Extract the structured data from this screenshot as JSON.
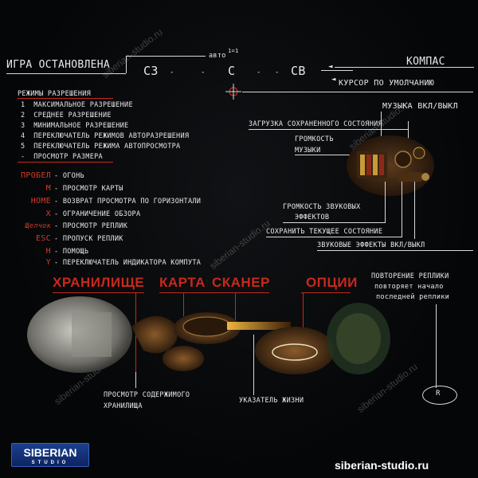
{
  "top": {
    "game_paused": "ИГРА ОСТАНОВЛЕНА",
    "compass_label": "КОМПАС",
    "compass_nw": "СЗ",
    "compass_n": "С",
    "compass_ne": "СВ",
    "auto_label": "авто",
    "auto_mark": "1=1",
    "default_cursor": "КУРСОР ПО УМОЛЧАНИЮ"
  },
  "resolution_modes": {
    "title": "РЕЖИМЫ РАЗРЕШЕНИЯ",
    "items": [
      {
        "key": "1",
        "label": "МАКСИМАЛЬНОЕ РАЗРЕШЕНИЕ"
      },
      {
        "key": "2",
        "label": "СРЕДНЕЕ РАЗРЕШЕНИЕ"
      },
      {
        "key": "3",
        "label": "МИНИМАЛЬНОЕ РАЗРЕШЕНИЕ"
      },
      {
        "key": "4",
        "label": "ПЕРЕКЛЮЧАТЕЛЬ РЕЖИМОВ АВТОРАЗРЕШЕНИЯ"
      },
      {
        "key": "5",
        "label": "ПЕРЕКЛЮЧАТЕЛЬ РЕЖИМА АВТОПРОСМОТРА"
      },
      {
        "key": "-",
        "label": "ПРОСМОТР РАЗМЕРА"
      }
    ]
  },
  "keys": [
    {
      "key": "ПРОБЕЛ",
      "label": "ОГОНЬ"
    },
    {
      "key": "M",
      "label": "ПРОСМОТР КАРТЫ"
    },
    {
      "key": "HOME",
      "label": "ВОЗВРАТ ПРОСМОТРА ПО ГОРИЗОНТАЛИ"
    },
    {
      "key": "X",
      "label": "ОГРАНИЧЕНИЕ ОБЗОРА"
    },
    {
      "key": "Щелчок",
      "label": "ПРОСМОТР РЕПЛИК"
    },
    {
      "key": "ESC",
      "label": "ПРОПУСК РЕПЛИК"
    },
    {
      "key": "H",
      "label": "ПОМОЩЬ"
    },
    {
      "key": "Y",
      "label": "ПЕРЕКЛЮЧАТЕЛЬ ИНДИКАТОРА КОМПУТА"
    }
  ],
  "right_panel": {
    "music_toggle": "МУЗЫКА ВКЛ/ВЫКЛ",
    "load_saved": "ЗАГРУЗКА СОХРАНЕННОГО СОСТОЯНИЯ",
    "music_volume_1": "ГРОМКОСТЬ",
    "music_volume_2": "МУЗЫКИ",
    "effects_volume_1": "ГРОМКОСТЬ ЗВУКОВЫХ",
    "effects_volume_2": "ЭФФЕКТОВ",
    "save_current": "СОХРАНИТЬ ТЕКУЩЕЕ СОСТОЯНИЕ",
    "effects_toggle": "ЗВУКОВЫЕ ЭФФЕКТЫ ВКЛ/ВЫКЛ"
  },
  "bottom": {
    "storage": "ХРАНИЛИЩЕ",
    "map": "КАРТА",
    "scanner": "СКАНЕР",
    "options": "ОПЦИИ",
    "repeat_1": "ПОВТОРЕНИЕ РЕПЛИКИ",
    "repeat_2": "повторяет начало",
    "repeat_3": "последней реплики",
    "view_storage_1": "ПРОСМОТР СОДЕРЖИМОГО",
    "view_storage_2": "ХРАНИЛИЩА",
    "life_indicator": "УКАЗАТЕЛЬ ЖИЗНИ",
    "r_button": "R"
  },
  "branding": {
    "logo_main": "SIBERIAN",
    "logo_sub": "STUDIO",
    "url": "siberian-studio.ru",
    "watermark": "siberian-studio.ru"
  },
  "colors": {
    "accent_red": "#c9281c",
    "text_white": "#e9e9e9",
    "background": "#050607"
  }
}
